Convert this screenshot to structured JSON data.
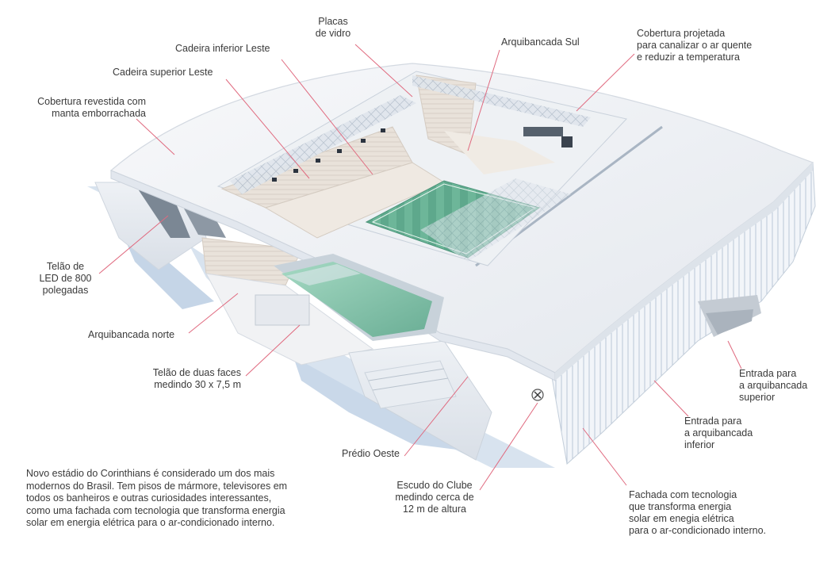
{
  "labels": {
    "placas_vidro": "Placas\nde vidro",
    "cadeira_inferior_leste": "Cadeira inferior Leste",
    "cadeira_superior_leste": "Cadeira superior Leste",
    "cobertura_revestida": "Cobertura revestida com\nmanta emborrachada",
    "arquibancada_sul": "Arquibancada Sul",
    "cobertura_projetada": "Cobertura projetada\npara canalizar o ar quente\ne reduzir a temperatura",
    "telao_led": "Telão de\nLED de 800\npolegadas",
    "arquibancada_norte": "Arquibancada norte",
    "telao_duas_faces": "Telão de duas faces\nmedindo 30 x 7,5 m",
    "entrada_superior": "Entrada para\na arquibancada\nsuperior",
    "entrada_inferior": "Entrada para\na arquibancada\ninferior",
    "predio_oeste": "Prédio Oeste",
    "escudo_clube": "Escudo do Clube\nmedindo cerca de\n12 m de altura",
    "fachada": "Fachada com tecnologia\nque transforma energia\nsolar em enegia elétrica\npara o ar-condicionado interno."
  },
  "description": "Novo estádio do Corinthians é considerado um dos mais modernos do Brasil. Tem pisos de mármore, televisores em todos os banheiros e outras curiosidades interessantes, como uma fachada com tecnologia que transforma energia solar em energia elétrica para o ar-condicionado interno.",
  "colors": {
    "leader_line": "#e06a7f",
    "pitch": "#5fae93",
    "structure": "#f4f5f7",
    "shadow": "#c9d6e6"
  }
}
